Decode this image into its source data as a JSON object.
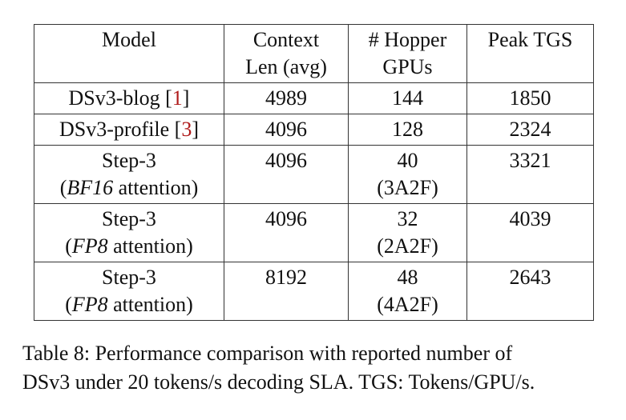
{
  "table": {
    "headers": [
      [
        "Model"
      ],
      [
        "Context",
        "Len (avg)"
      ],
      [
        "# Hopper",
        "GPUs"
      ],
      [
        "Peak TGS"
      ]
    ],
    "rows": [
      {
        "model_text": "DSv3-blog [",
        "model_ref": "1",
        "model_close": "]",
        "context": "4989",
        "gpus": "144",
        "gpus_config": "",
        "tgs": "1850"
      },
      {
        "model_text": "DSv3-profile [",
        "model_ref": "3",
        "model_close": "]",
        "context": "4096",
        "gpus": "128",
        "gpus_config": "",
        "tgs": "2324"
      },
      {
        "model_text": "Step-3",
        "attn_open": "(",
        "attn_type": "BF16",
        "attn_rest": " attention)",
        "context": "4096",
        "gpus": "40",
        "gpus_config": "(3A2F)",
        "tgs": "3321"
      },
      {
        "model_text": "Step-3",
        "attn_open": "(",
        "attn_type": "FP8",
        "attn_rest": " attention)",
        "context": "4096",
        "gpus": "32",
        "gpus_config": "(2A2F)",
        "tgs": "4039"
      },
      {
        "model_text": "Step-3",
        "attn_open": "(",
        "attn_type": "FP8",
        "attn_rest": " attention)",
        "context": "8192",
        "gpus": "48",
        "gpus_config": "(4A2F)",
        "tgs": "2643"
      }
    ]
  },
  "caption": {
    "line1": "Table 8: Performance comparison with reported number of",
    "line2": "DSv3 under 20 tokens/s decoding SLA. TGS: Tokens/GPU/s."
  }
}
